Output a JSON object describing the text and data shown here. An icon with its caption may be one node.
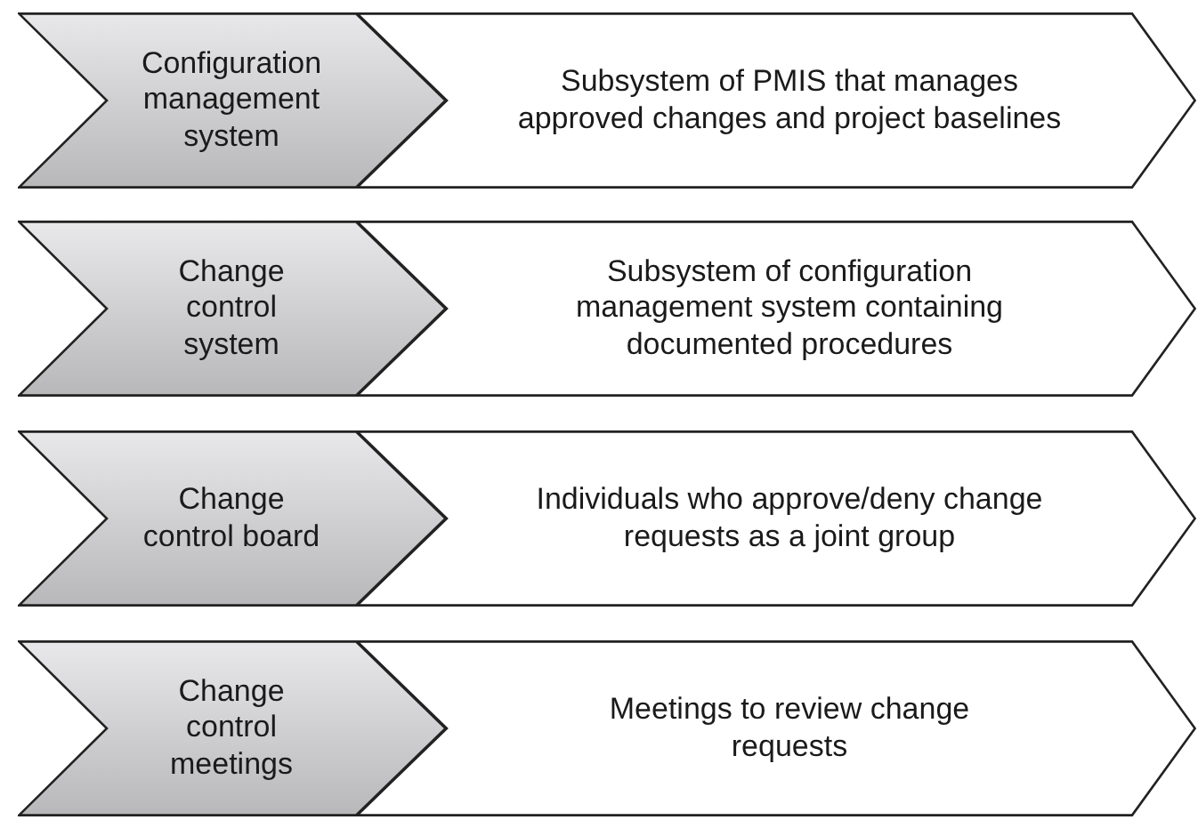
{
  "diagram": {
    "nodes": [
      {
        "text": [
          "Configuration management system"
        ]
      },
      {
        "text": [
          "Subsystem of PMIS that manages approved changes and project baselines"
        ]
      },
      {
        "text": [
          "Change control system"
        ]
      },
      {
        "text": [
          "Subsystem of configuration management system containing documented procedures"
        ]
      },
      {
        "text": [
          "Change control board"
        ]
      },
      {
        "text": [
          "Individuals who approve/deny change requests as a joint group"
        ]
      },
      {
        "text": [
          "Change control meetings"
        ]
      },
      {
        "text": [
          "Meetings to review change requests"
        ]
      }
    ]
  }
}
